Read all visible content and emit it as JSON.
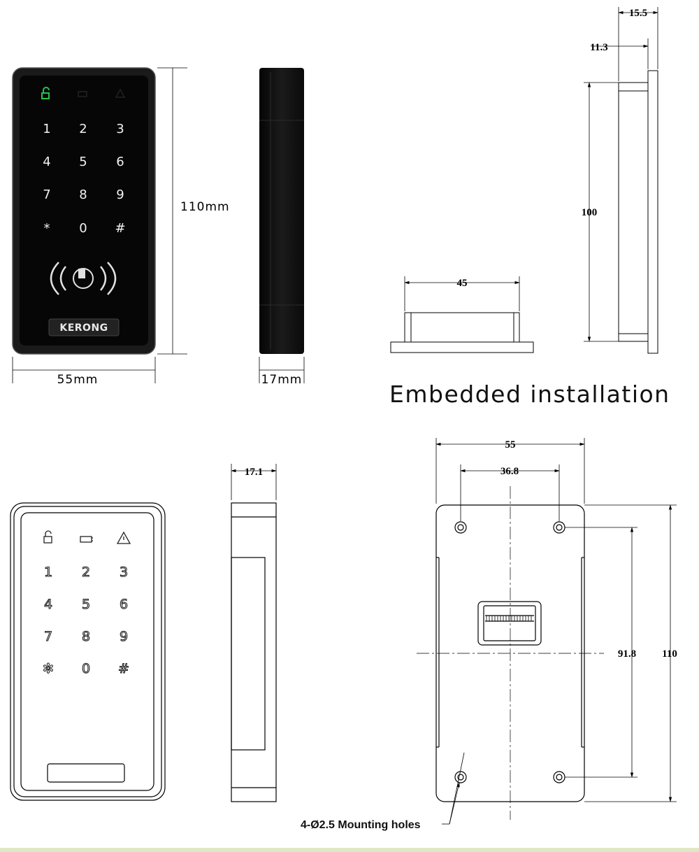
{
  "dimensions": {
    "height_110mm": "110mm",
    "width_55mm": "55mm",
    "depth_17mm": "17mm",
    "top_15_5": "15.5",
    "top_11_3": "11.3",
    "cut_100": "100",
    "cut_45": "45",
    "side_17_1": "17.1",
    "back_55": "55",
    "back_36_8": "36.8",
    "back_91_8": "91.8",
    "back_110": "110"
  },
  "front_keypad": {
    "status_icons": [
      "unlock-icon",
      "battery-icon",
      "warning-icon"
    ],
    "keys": [
      "1",
      "2",
      "3",
      "4",
      "5",
      "6",
      "7",
      "8",
      "9",
      "*",
      "0",
      "#"
    ],
    "brand": "KERONG",
    "status_color_unlock": "#27c24c"
  },
  "outline_keypad": {
    "keys": [
      "1",
      "2",
      "3",
      "4",
      "5",
      "6",
      "7",
      "8",
      "9",
      "✻",
      "0",
      "#"
    ]
  },
  "headings": {
    "embedded": "Embedded installation"
  },
  "notes": {
    "mounting_holes": "4-Ø2.5 Mounting holes"
  }
}
